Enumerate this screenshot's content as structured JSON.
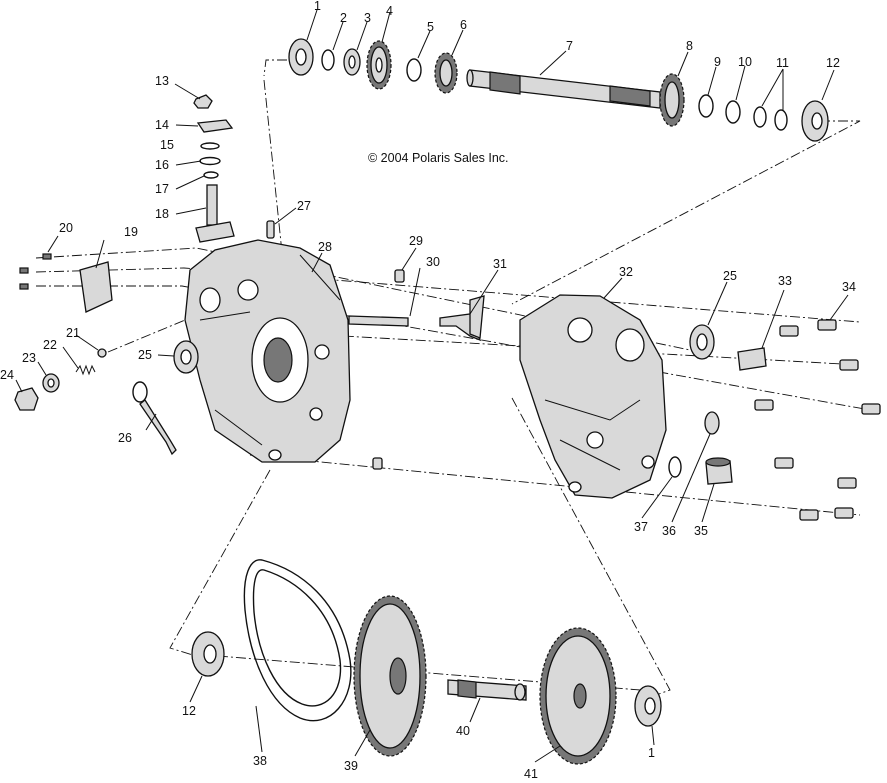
{
  "copyright": "© 2004 Polaris Sales Inc.",
  "labels": {
    "l1a": "1",
    "l2": "2",
    "l3": "3",
    "l4": "4",
    "l5": "5",
    "l6": "6",
    "l7": "7",
    "l8": "8",
    "l9": "9",
    "l10": "10",
    "l11": "11",
    "l12a": "12",
    "l13": "13",
    "l14": "14",
    "l15": "15",
    "l16": "16",
    "l17": "17",
    "l18": "18",
    "l19": "19",
    "l20": "20",
    "l21": "21",
    "l22": "22",
    "l23": "23",
    "l24": "24",
    "l25a": "25",
    "l25b": "25",
    "l26": "26",
    "l27": "27",
    "l28": "28",
    "l29": "29",
    "l30": "30",
    "l31": "31",
    "l32": "32",
    "l33": "33",
    "l34": "34",
    "l35": "35",
    "l36": "36",
    "l37": "37",
    "l12b": "12",
    "l38": "38",
    "l39": "39",
    "l40": "40",
    "l41": "41",
    "l1b": "1"
  }
}
